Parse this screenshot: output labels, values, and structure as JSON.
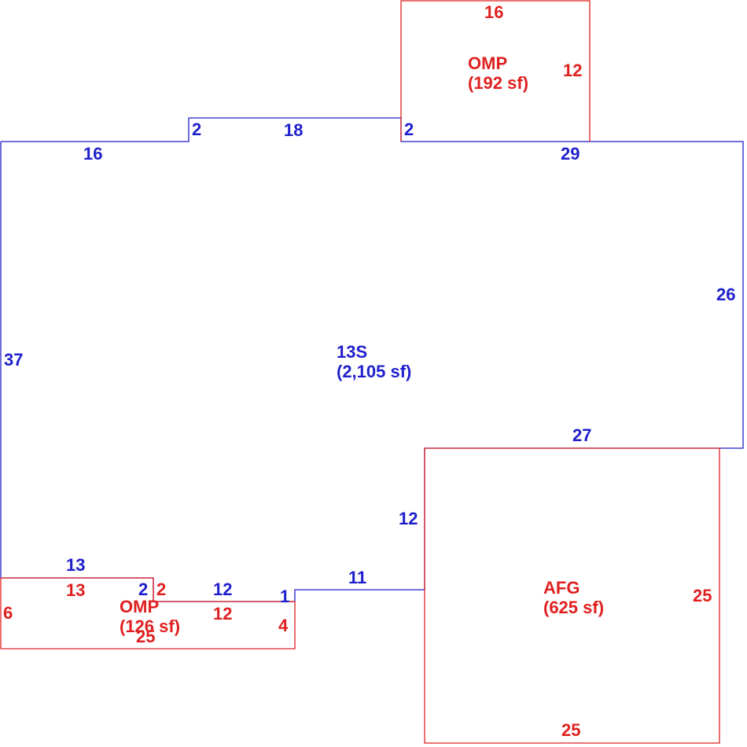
{
  "colors": {
    "living": "#1f1fcc",
    "porch": "#e02020"
  },
  "main_area": {
    "code": "13S",
    "area": "(2,105 sf)",
    "dims": {
      "top_left": "16",
      "notch_left": "2",
      "notch_top": "18",
      "notch_right": "2",
      "top_right": "29",
      "right": "26",
      "step_bottom": "27",
      "step_vertical": "12",
      "step_mid": "11",
      "step_small": "1",
      "bottom_mid": "12",
      "bottom_notch": "2",
      "bottom_left": "13",
      "left": "37"
    }
  },
  "omp_top": {
    "code": "OMP",
    "area": "(192 sf)",
    "dims": {
      "top": "16",
      "right": "12"
    }
  },
  "omp_bottom": {
    "code": "OMP",
    "area": "(126 sf)",
    "dims": {
      "top_left": "13",
      "notch": "2",
      "top_mid": "12",
      "right": "4",
      "bottom": "25",
      "left": "6"
    }
  },
  "afg": {
    "code": "AFG",
    "area": "(625 sf)",
    "dims": {
      "right": "25",
      "bottom": "25"
    }
  }
}
